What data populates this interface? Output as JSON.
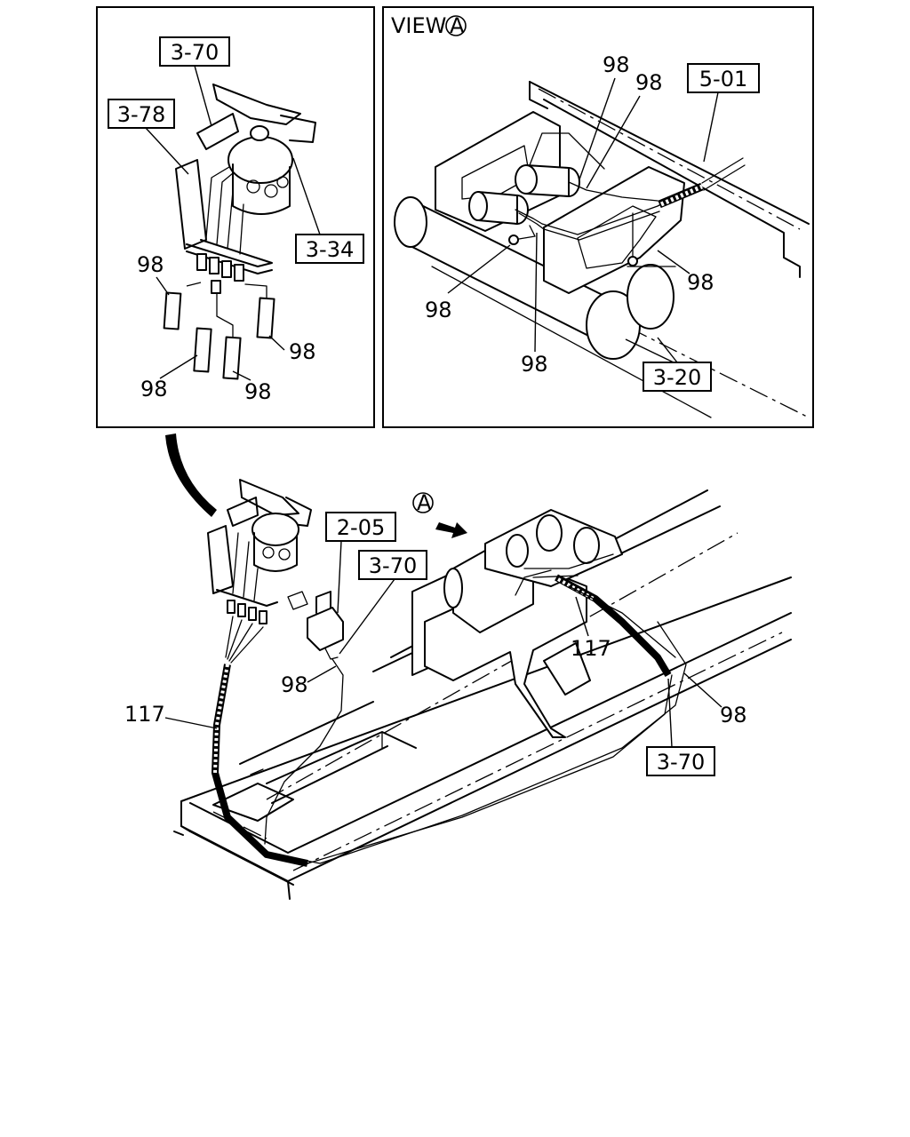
{
  "view_title": "VIEW",
  "view_marker": "A",
  "callouts": {
    "ref_3_70": "3-70",
    "ref_3_78": "3-78",
    "ref_3_34": "3-34",
    "ref_5_01": "5-01",
    "ref_3_20": "3-20",
    "ref_2_05": "2-05",
    "part_98": "98",
    "part_117": "117"
  }
}
